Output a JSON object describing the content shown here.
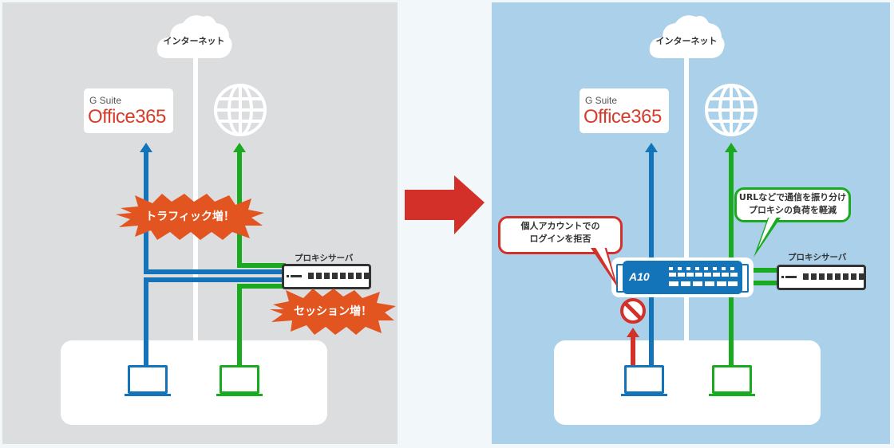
{
  "diagram": {
    "colors": {
      "traffic_saas": "#1474b9",
      "traffic_web": "#1aaa1f",
      "alert": "#e25520",
      "block": "#d3302a",
      "before_bg": "#dcdddf",
      "after_bg": "#aad0ea"
    },
    "before": {
      "internet_label": "インターネット",
      "service_gsuite": "G Suite",
      "service_office": "Office365",
      "globe_icon": "globe-icon",
      "proxy_label": "プロキシサーバ",
      "alert_traffic": "トラフィック増！",
      "alert_session": "セッション増！"
    },
    "transition_arrow": "arrow-right-icon",
    "after": {
      "internet_label": "インターネット",
      "service_gsuite": "G Suite",
      "service_office": "Office365",
      "globe_icon": "globe-icon",
      "proxy_label": "プロキシサーバ",
      "device_logo": "A10",
      "callout_block_line1": "個人アカウントでの",
      "callout_block_line2": "ログインを拒否",
      "callout_route_line1": "URLなどで通信を振り分け",
      "callout_route_line2": "プロキシの負荷を軽減",
      "block_icon": "prohibited-icon"
    }
  }
}
